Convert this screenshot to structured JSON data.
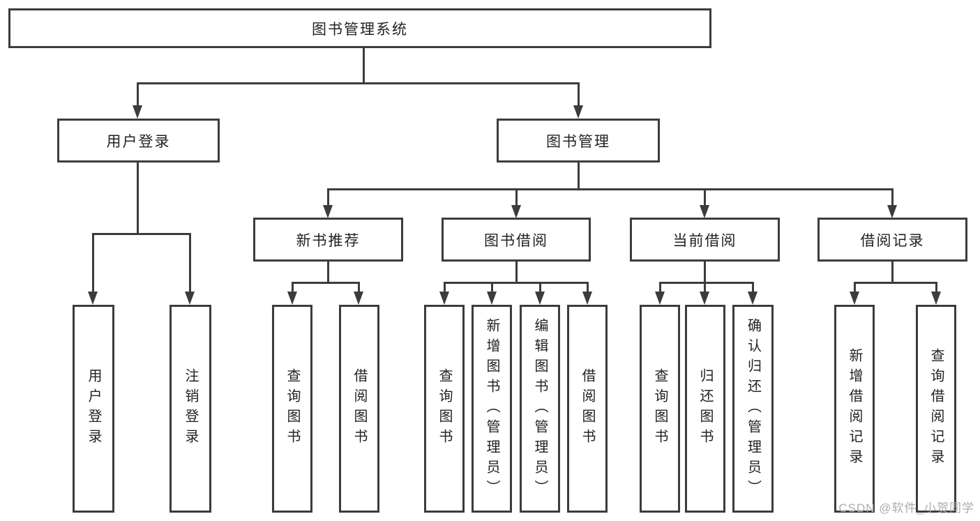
{
  "diagram": {
    "root": {
      "label": "图书管理系统"
    },
    "level2": [
      {
        "label": "用户登录"
      },
      {
        "label": "图书管理"
      }
    ],
    "level3": [
      {
        "label": "新书推荐"
      },
      {
        "label": "图书借阅"
      },
      {
        "label": "当前借阅"
      },
      {
        "label": "借阅记录"
      }
    ],
    "leaves": {
      "user_login": [
        {
          "label": "用户登录"
        },
        {
          "label": "注销登录"
        }
      ],
      "new_book": [
        {
          "label": "查询图书"
        },
        {
          "label": "借阅图书"
        }
      ],
      "book_borrow": [
        {
          "label": "查询图书"
        },
        {
          "label": "新增图书（管理员）"
        },
        {
          "label": "编辑图书（管理员）"
        },
        {
          "label": "借阅图书"
        }
      ],
      "current_borrow": [
        {
          "label": "查询图书"
        },
        {
          "label": "归还图书"
        },
        {
          "label": "确认归还（管理员）"
        }
      ],
      "borrow_records": [
        {
          "label": "新增借阅记录"
        },
        {
          "label": "查询借阅记录"
        }
      ]
    },
    "watermark": "CSDN @软件_小贺同学",
    "colors": {
      "line": "#3c3c3c",
      "text": "#222222",
      "watermark": "#adadad",
      "background": "#ffffff"
    }
  }
}
